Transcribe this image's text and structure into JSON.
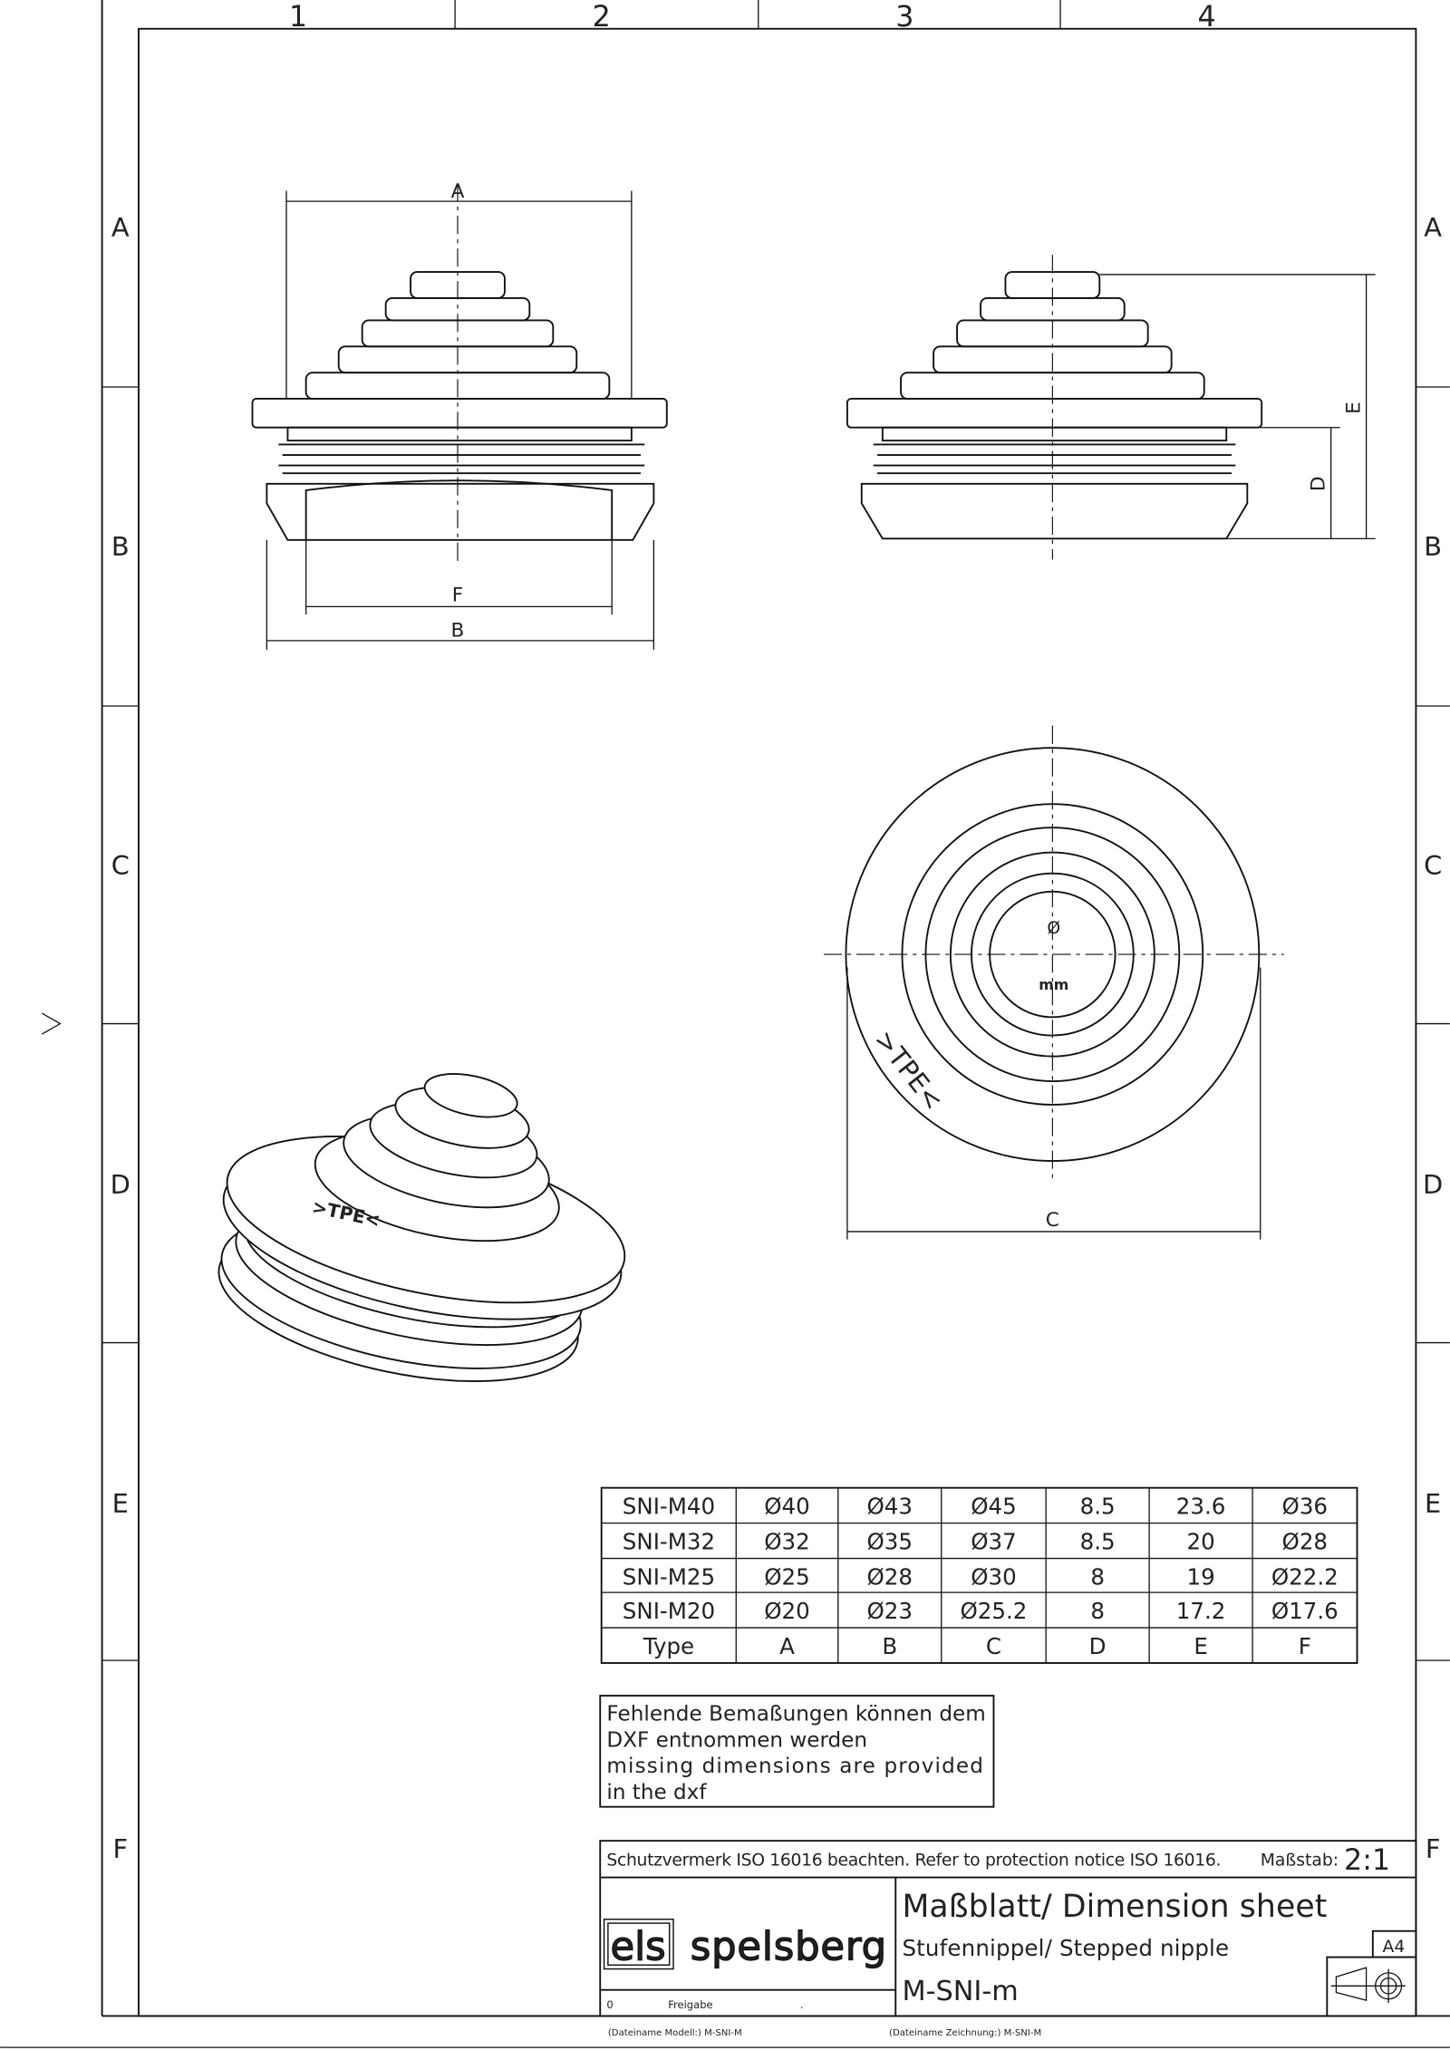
{
  "frame": {
    "columns": [
      "1",
      "2",
      "3",
      "4"
    ],
    "rows": [
      "A",
      "B",
      "C",
      "D",
      "E",
      "F"
    ]
  },
  "views": {
    "front": {
      "dim_a": "A",
      "dim_f": "F",
      "dim_b": "B"
    },
    "side": {
      "dim_e": "E",
      "dim_d": "D"
    },
    "top": {
      "dim_c": "C",
      "marking": ">TPE<",
      "unit_mark": "mm",
      "dia_mark": "Ø"
    },
    "iso": {
      "marking": ">TPE<"
    }
  },
  "table": {
    "rows": [
      [
        "SNI-M40",
        "Ø40",
        "Ø43",
        "Ø45",
        "8.5",
        "23.6",
        "Ø36"
      ],
      [
        "SNI-M32",
        "Ø32",
        "Ø35",
        "Ø37",
        "8.5",
        "20",
        "Ø28"
      ],
      [
        "SNI-M25",
        "Ø25",
        "Ø28",
        "Ø30",
        "8",
        "19",
        "Ø22.2"
      ],
      [
        "SNI-M20",
        "Ø20",
        "Ø23",
        "Ø25.2",
        "8",
        "17.2",
        "Ø17.6"
      ],
      [
        "Type",
        "A",
        "B",
        "C",
        "D",
        "E",
        "F"
      ]
    ]
  },
  "note": {
    "lines": [
      "Fehlende Bemaßungen können dem",
      "DXF entnommen werden",
      "missing dimensions are provided",
      "in the dxf"
    ]
  },
  "title_block": {
    "protection": "Schutzvermerk ISO 16016 beachten. Refer to protection notice ISO 16016.",
    "scale_label": "Maßstab:",
    "scale": "2:1",
    "logo_left": "els",
    "logo_right": "spelsberg",
    "title": "Maßblatt/ Dimension sheet",
    "subtitle": "Stufennippel/ Stepped nipple",
    "drawing_no": "M-SNI-m",
    "format": "A4",
    "revision": "0",
    "status": "Freigabe",
    "status_dot": "."
  },
  "footer": {
    "model_file": "(Dateiname Modell:) M-SNI-M",
    "drawing_file": "(Dateiname Zeichnung:)  M-SNI-M"
  }
}
